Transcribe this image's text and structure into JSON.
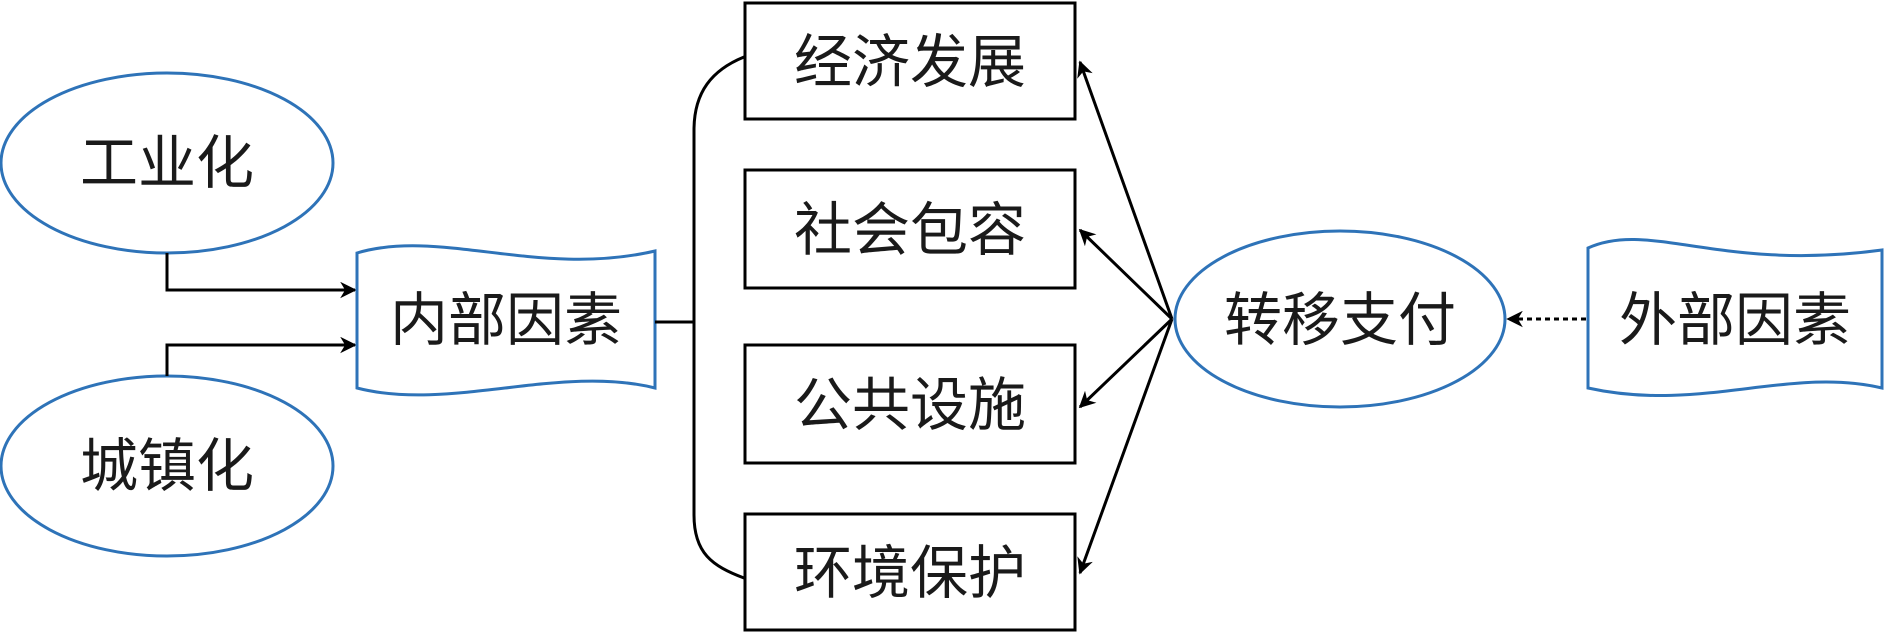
{
  "nodes": {
    "industrialization": "工业化",
    "urbanization": "城镇化",
    "internal_factors": "内部因素",
    "economic_development": "经济发展",
    "social_inclusion": "社会包容",
    "public_facilities": "公共设施",
    "environmental_protection": "环境保护",
    "transfer_payment": "转移支付",
    "external_factors": "外部因素"
  },
  "colors": {
    "ellipse_stroke": "#2e73b8",
    "box_stroke": "#000000",
    "line": "#000000",
    "text": "#1a1a1a"
  }
}
